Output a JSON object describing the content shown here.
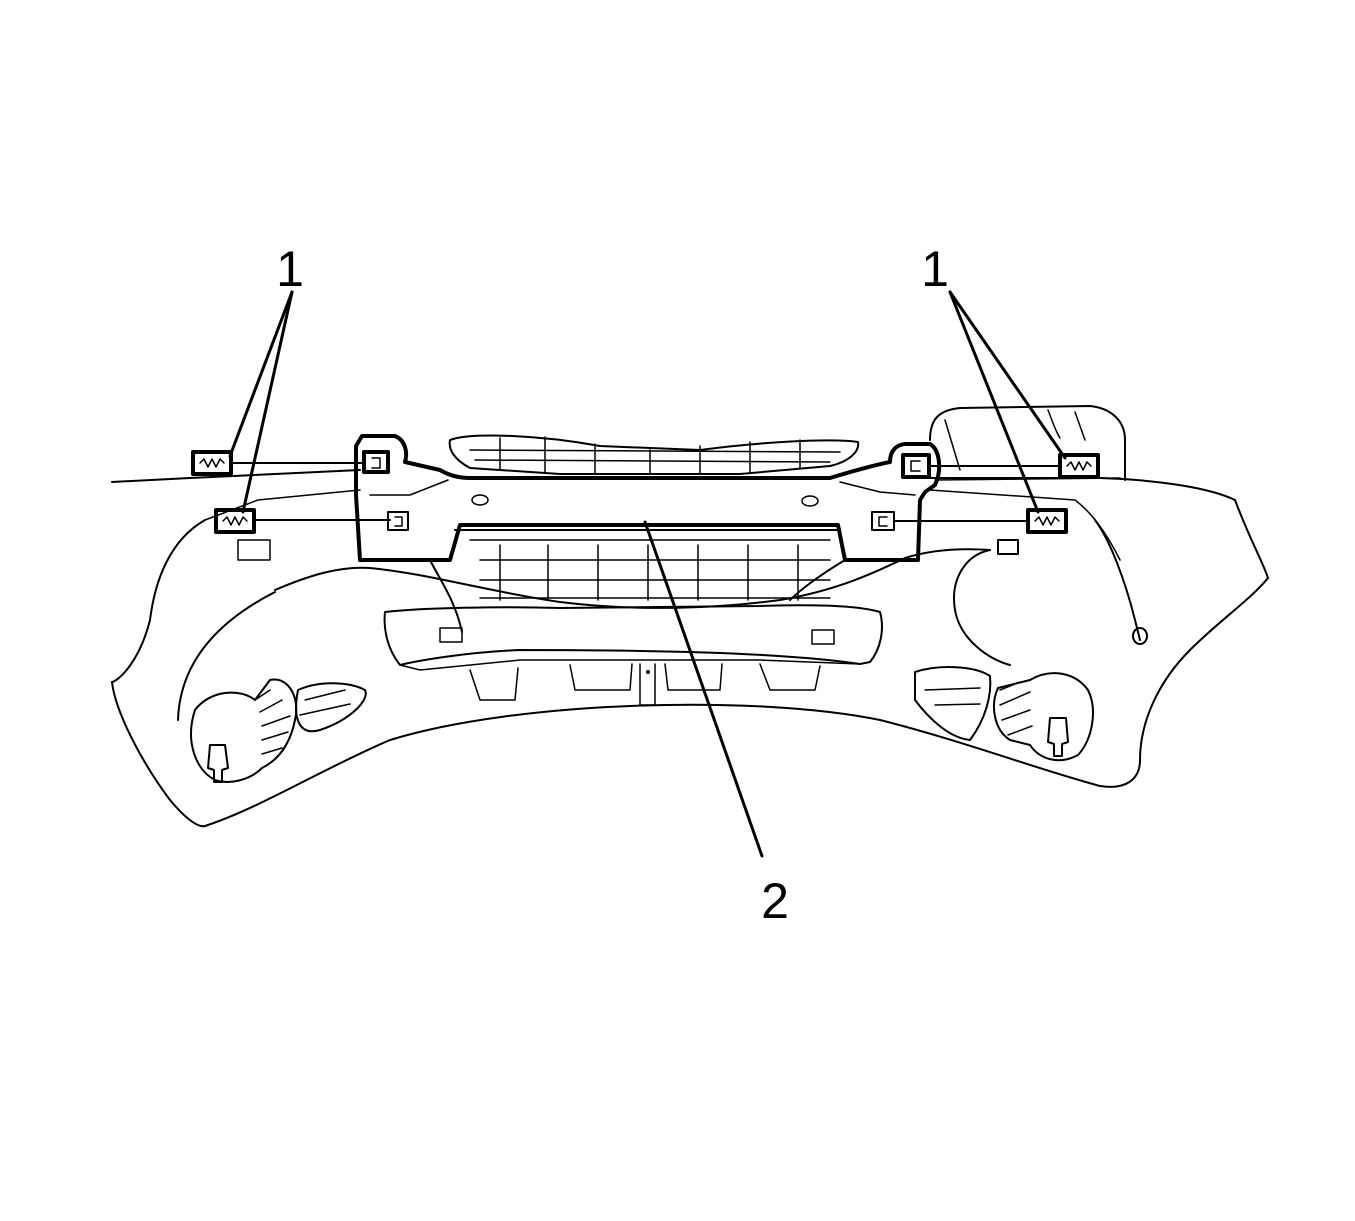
{
  "callouts": [
    {
      "id": "callout-1-left",
      "text": "1"
    },
    {
      "id": "callout-1-right",
      "text": "1"
    },
    {
      "id": "callout-2",
      "text": "2"
    }
  ],
  "colors": {
    "line": "#000000",
    "background": "#ffffff"
  }
}
